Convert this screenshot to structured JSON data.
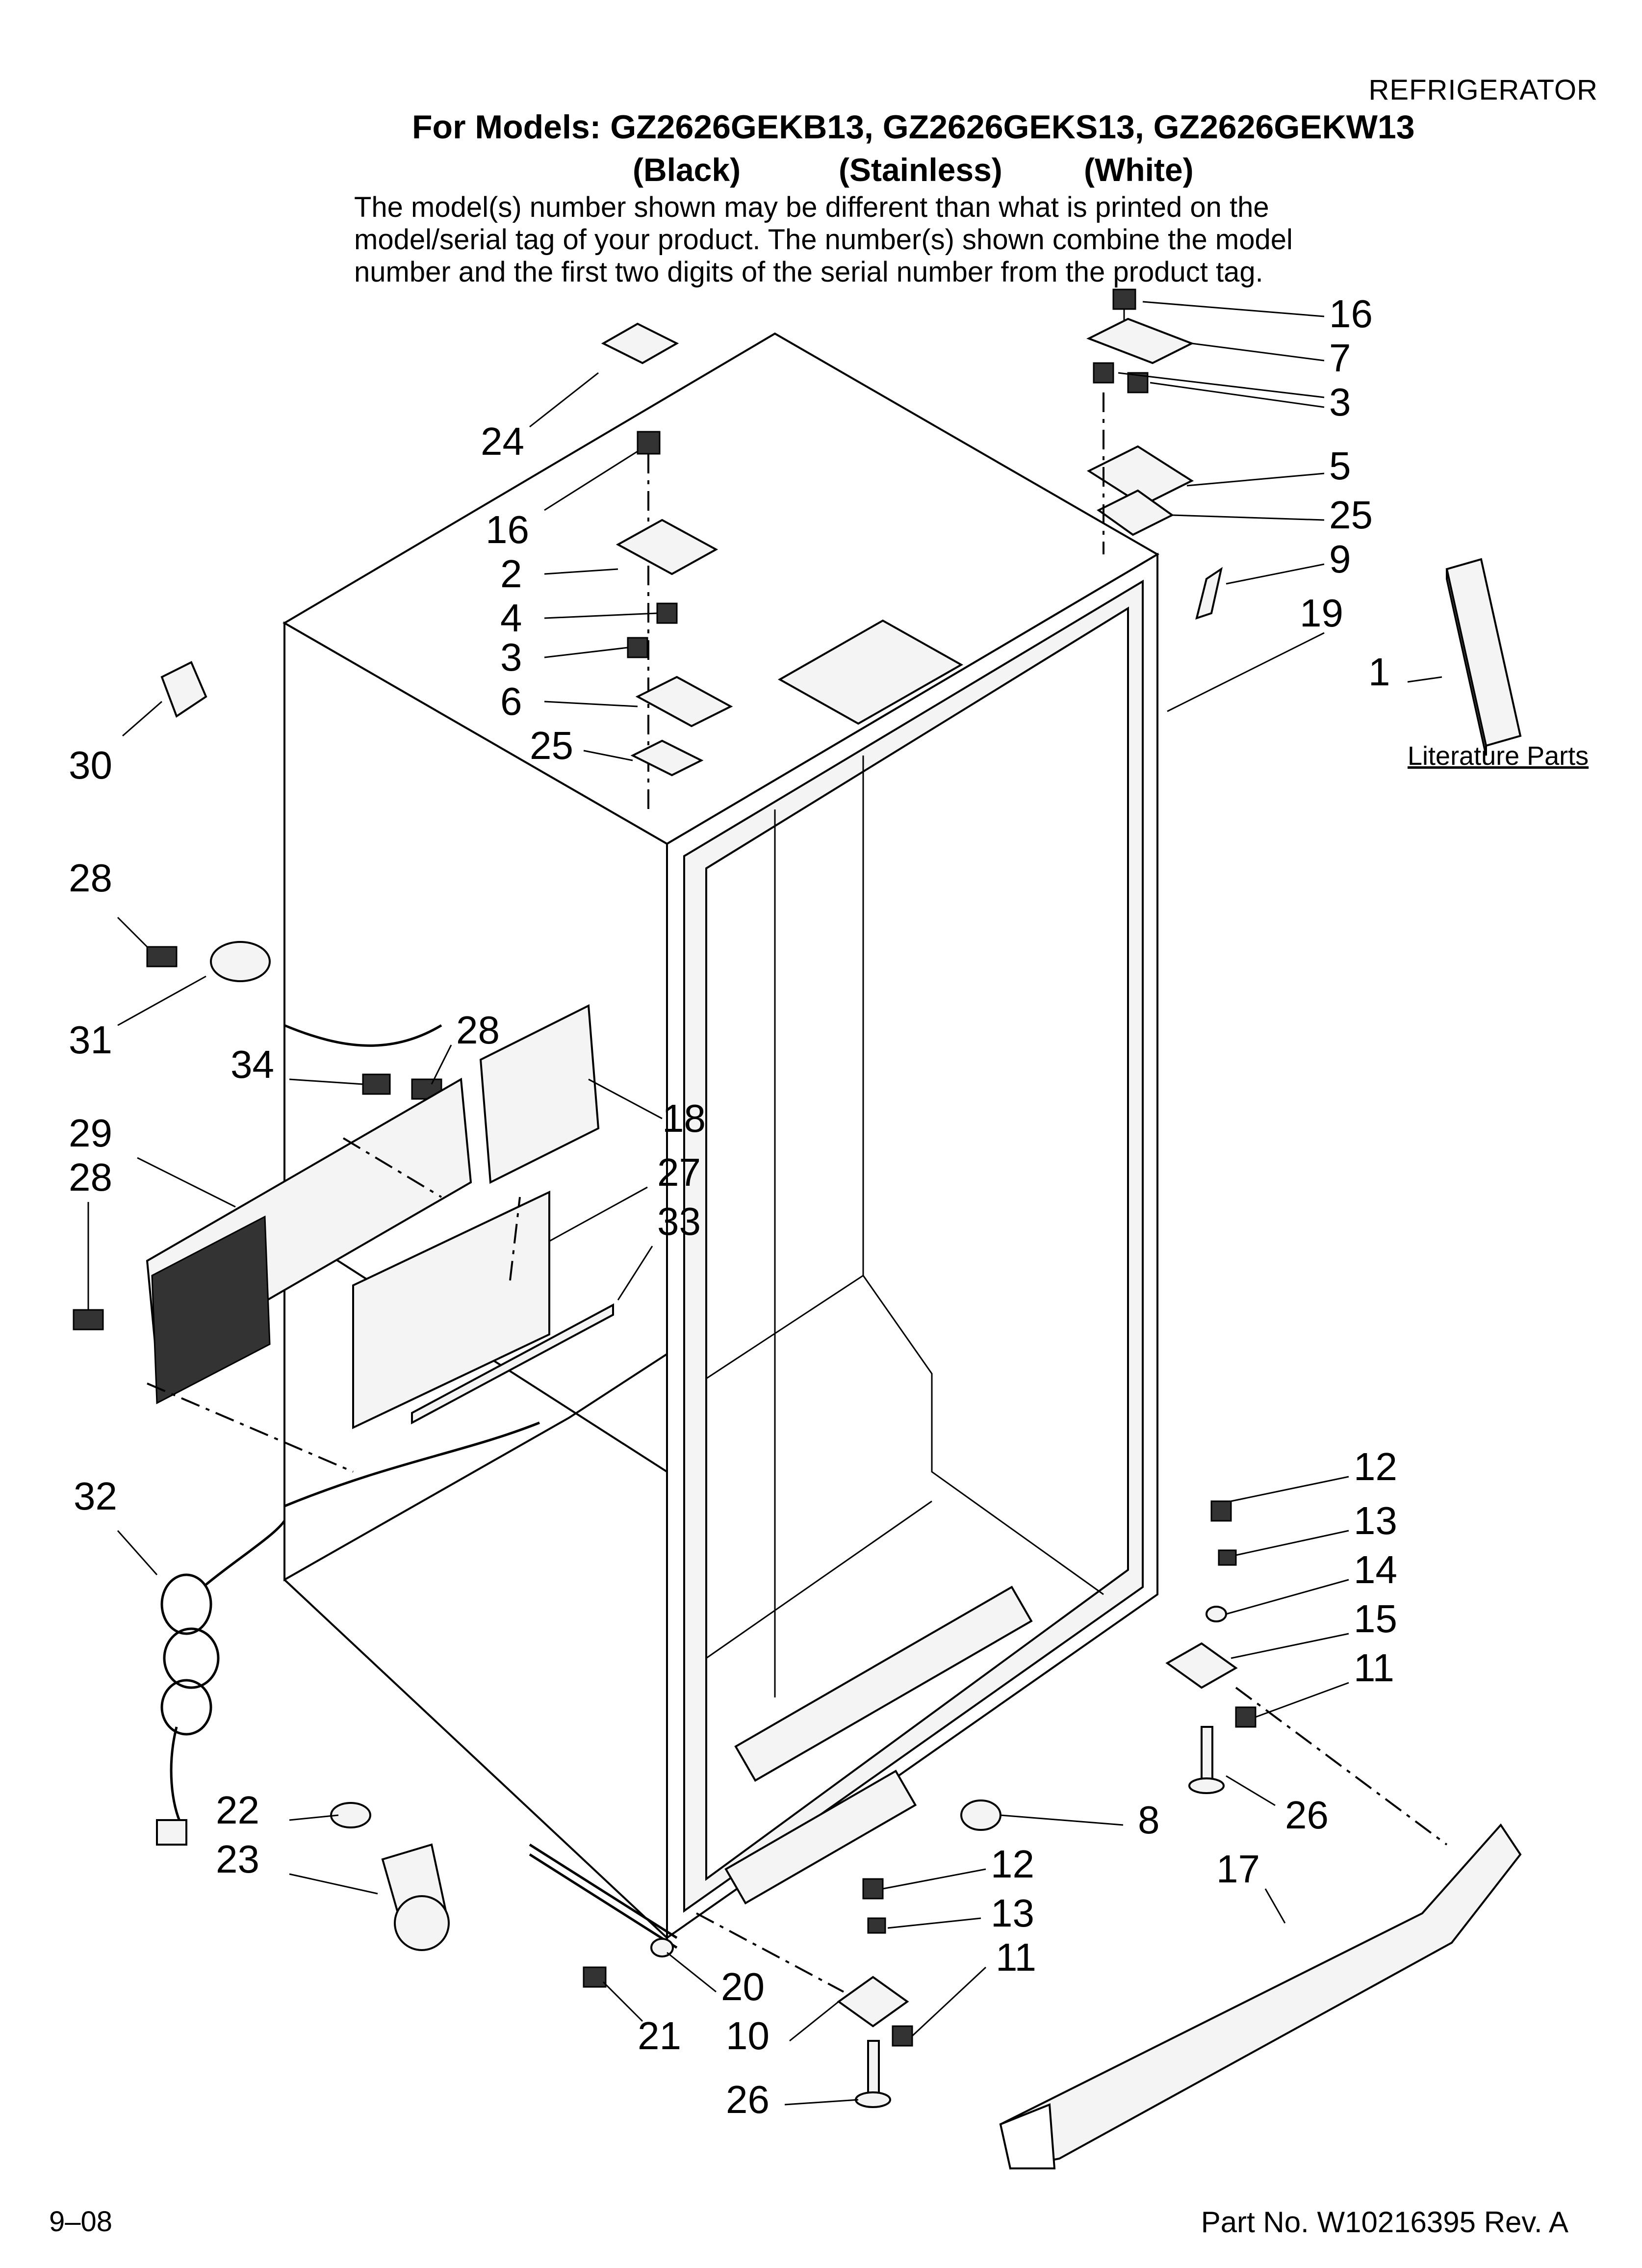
{
  "header": {
    "section": "REFRIGERATOR",
    "models_line": "For Models: GZ2626GEKB13, GZ2626GEKS13, GZ2626GEKW13",
    "finishes": [
      "(Black)",
      "(Stainless)",
      "(White)"
    ],
    "note_lines": [
      "The model(s) number shown may be different than what is printed on the",
      "model/serial tag of your product. The number(s) shown combine the model",
      "number and the first two digits of the serial number from the product tag."
    ]
  },
  "callouts": {
    "c16a": "16",
    "c7": "7",
    "c3a": "3",
    "c5": "5",
    "c25a": "25",
    "c9": "9",
    "c19": "19",
    "c1": "1",
    "c24": "24",
    "c16b": "16",
    "c2": "2",
    "c4": "4",
    "c3b": "3",
    "c6": "6",
    "c25b": "25",
    "c30": "30",
    "c28a": "28",
    "c31": "31",
    "c28b": "28",
    "c34": "34",
    "c18": "18",
    "c29": "29",
    "c28c": "28",
    "c27": "27",
    "c33": "33",
    "c32": "32",
    "c12a": "12",
    "c13a": "13",
    "c14": "14",
    "c15": "15",
    "c11a": "11",
    "c26a": "26",
    "c8": "8",
    "c17": "17",
    "c22": "22",
    "c23": "23",
    "c12b": "12",
    "c13b": "13",
    "c11b": "11",
    "c20": "20",
    "c21": "21",
    "c10": "10",
    "c26b": "26"
  },
  "literature_label": "Literature Parts",
  "footer": {
    "date": "9–08",
    "part_number": "Part No. W10216395 Rev. A"
  }
}
